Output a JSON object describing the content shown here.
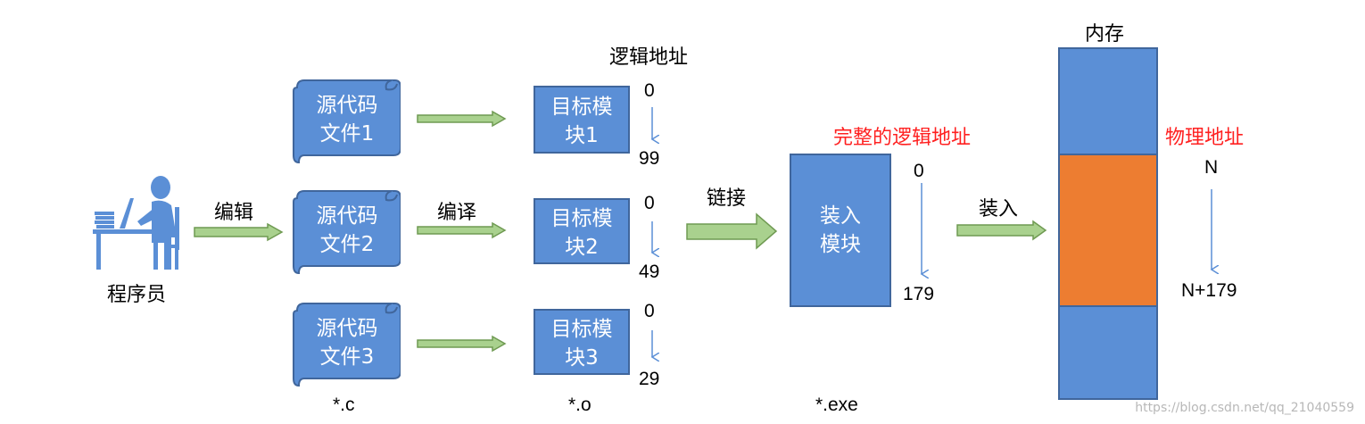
{
  "programmer": {
    "label": "程序员"
  },
  "edit_label": "编辑",
  "compile_label": "编译",
  "link_label": "链接",
  "load_label": "装入",
  "logical_address_label": "逻辑地址",
  "complete_logical_address_label": "完整的逻辑地址",
  "physical_address_label": "物理地址",
  "memory_label": "内存",
  "source_files": [
    {
      "line1": "源代码",
      "line2": "文件1"
    },
    {
      "line1": "源代码",
      "line2": "文件2"
    },
    {
      "line1": "源代码",
      "line2": "文件3"
    }
  ],
  "object_modules": [
    {
      "line1": "目标模",
      "line2": "块1",
      "start": "0",
      "end": "99"
    },
    {
      "line1": "目标模",
      "line2": "块2",
      "start": "0",
      "end": "49"
    },
    {
      "line1": "目标模",
      "line2": "块3",
      "start": "0",
      "end": "29"
    }
  ],
  "load_module": {
    "line1": "装入",
    "line2": "模块",
    "start": "0",
    "end": "179"
  },
  "physical": {
    "start": "N",
    "end": "N+179"
  },
  "extensions": {
    "source": "*.c",
    "object": "*.o",
    "executable": "*.exe"
  },
  "watermark": "https://blog.csdn.net/qq_21040559",
  "colors": {
    "box_blue": "#5b8fd6",
    "memory_used": "#ed7d31",
    "arrow_green": "#a9d18e",
    "label_red": "#ff2020"
  }
}
